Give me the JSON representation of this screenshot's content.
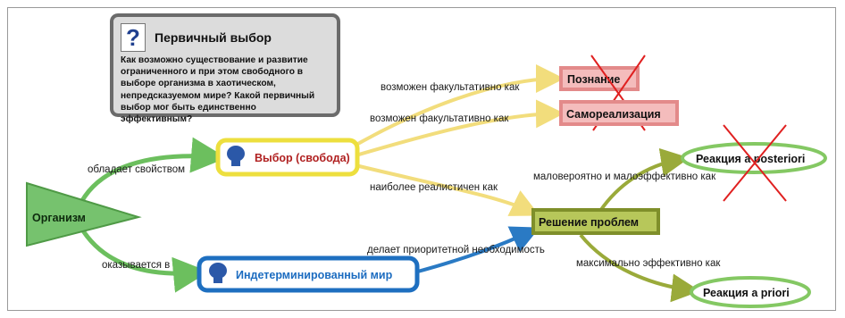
{
  "question": {
    "icon": "?",
    "title": "Первичный выбор",
    "body": "Как возможно существование и развитие ограниченного и при этом свободного в выборе организма в хаотическом, непредсказуемом мире? Какой первичный выбор мог быть единственно эффективным?"
  },
  "nodes": {
    "organism": "Организм",
    "choice": "Выбор (свобода)",
    "indeterminate": "Индетерминированный мир",
    "cognition": "Познание",
    "self_realization": "Самореализация",
    "problem_solving": "Решение проблем",
    "aposteriori": "Реакция a posteriori",
    "apriori": "Реакция a priori"
  },
  "edges": {
    "has_property": "обладает свойством",
    "finds_itself_in": "оказывается в",
    "possible_optional_1": "возможен факультативно как",
    "possible_optional_2": "возможен факультативно как",
    "most_realistic": "наиболее реалистичен как",
    "priority_necessity": "делает приоритетной необходимость",
    "unlikely_ineffective": "маловероятно и малоэффективно как",
    "max_effective": "максимально эффективно как"
  },
  "colors": {
    "organism_fill": "#76c26e",
    "choice_border": "#eddf3e",
    "world_border": "#1e6fc0",
    "red_box_fill": "#f4bcbc",
    "red_box_border": "#e38a8a",
    "problem_fill": "#b7c75a",
    "ellipse_border": "#84c863",
    "cross": "#e02020"
  }
}
